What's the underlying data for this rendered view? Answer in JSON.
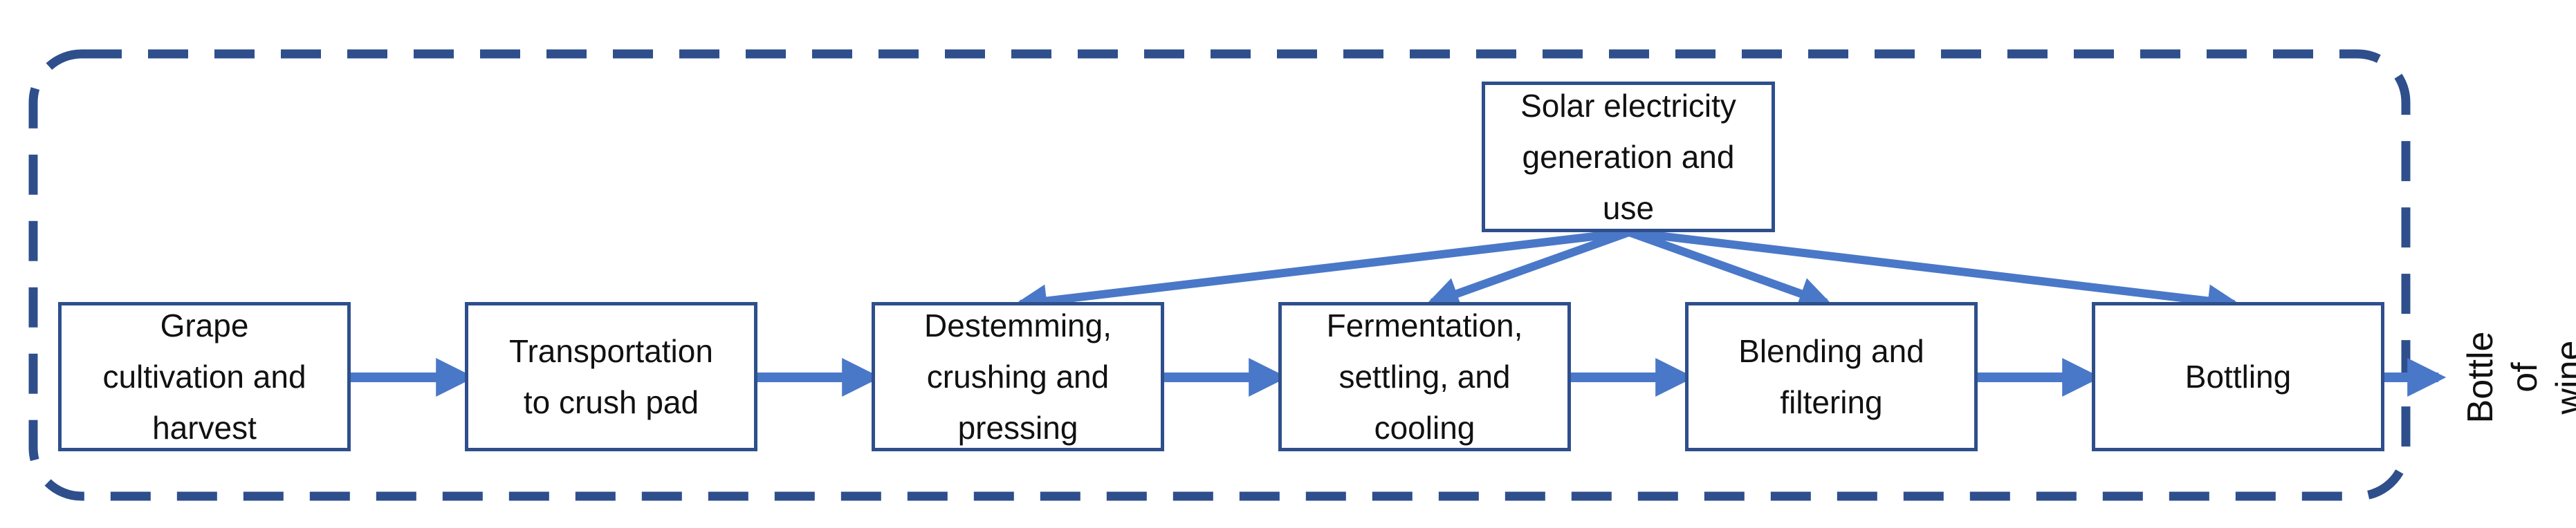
{
  "colors": {
    "boundary": "#2e4f8c",
    "arrow": "#4a78c8",
    "box_border": "#2e4f8c"
  },
  "steps": [
    "Grape\ncultivation and\nharvest",
    "Transportation\nto crush pad",
    "Destemming,\ncrushing and\npressing",
    "Fermentation,\nsettling, and\ncooling",
    "Blending and\nfiltering",
    "Bottling"
  ],
  "energy_source": "Solar electricity\ngeneration and\nuse",
  "output": "Bottle of\nwine"
}
